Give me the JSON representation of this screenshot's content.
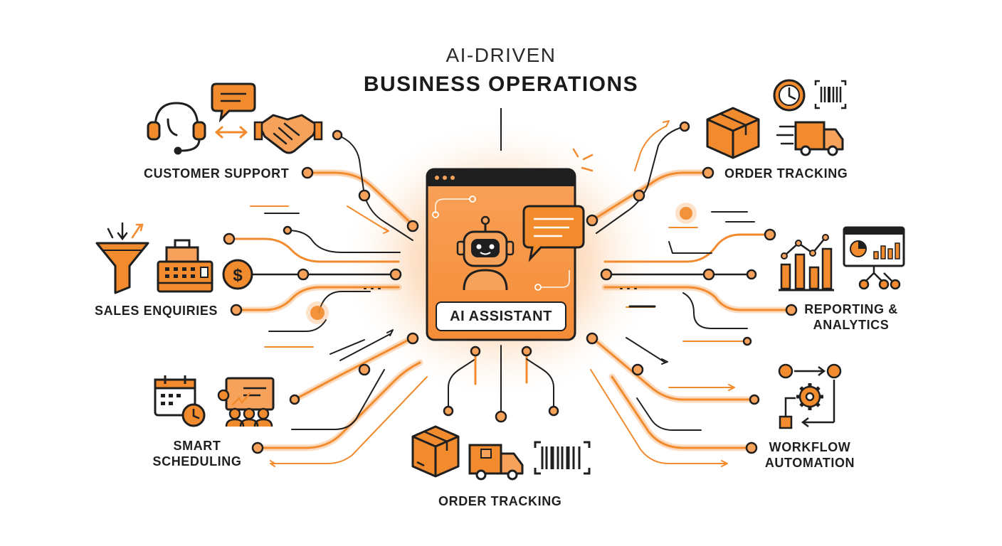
{
  "title": {
    "line1": "AI-DRIVEN",
    "line2": "BUSINESS OPERATIONS"
  },
  "center": {
    "label": "AI ASSISTANT"
  },
  "nodes": {
    "customer_support": "CUSTOMER SUPPORT",
    "sales_enquiries": "SALES ENQUIRIES",
    "smart_scheduling_line1": "SMART",
    "smart_scheduling_line2": "SCHEDULING",
    "order_tracking_top": "ORDER TRACKING",
    "reporting_line1": "REPORTING &",
    "reporting_line2": "ANALYTICS",
    "workflow_line1": "WORKFLOW",
    "workflow_line2": "AUTOMATION",
    "order_tracking_bottom": "ORDER TRACKING"
  },
  "icons": [
    "headset-icon",
    "chat-bubble-icon",
    "double-arrow-icon",
    "handshake-icon",
    "sales-funnel-icon",
    "cash-register-icon",
    "dollar-coin-icon",
    "calendar-clock-icon",
    "presentation-team-icon",
    "clock-icon",
    "barcode-icon",
    "package-box-icon",
    "delivery-truck-icon",
    "bar-chart-icon",
    "dashboard-screen-icon",
    "workflow-gear-icon",
    "robot-icon"
  ],
  "colors": {
    "accent": "#F28A2E",
    "accent_light": "#FBC08A",
    "ink": "#1F1F1F",
    "background": "#FFFFFF"
  }
}
